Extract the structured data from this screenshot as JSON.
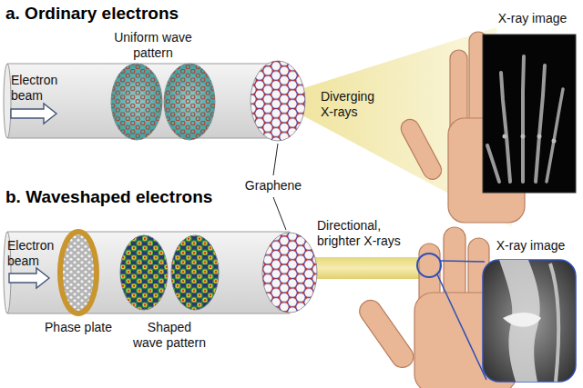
{
  "diagram": {
    "labels": [
      "a. Ordinary electrons",
      "Uniform wave pattern",
      "Electron beam",
      "Diverging X-rays",
      "X-ray image",
      "Graphene",
      "b. Waveshaped electrons",
      "Directional, brighter X-rays",
      "Electron beam",
      "X-ray image",
      "Phase plate",
      "Shaped wave pattern"
    ]
  }
}
